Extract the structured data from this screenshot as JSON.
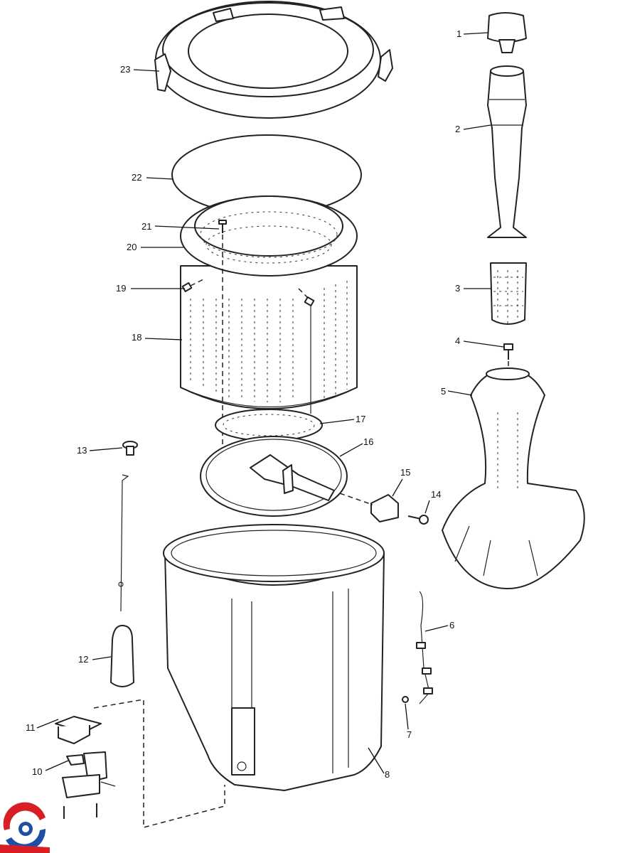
{
  "diagram": {
    "callouts": [
      {
        "id": "1",
        "text": "1"
      },
      {
        "id": "2",
        "text": "2"
      },
      {
        "id": "3",
        "text": "3"
      },
      {
        "id": "4",
        "text": "4"
      },
      {
        "id": "5",
        "text": "5"
      },
      {
        "id": "6",
        "text": "6"
      },
      {
        "id": "7",
        "text": "7"
      },
      {
        "id": "8",
        "text": "8"
      },
      {
        "id": "10",
        "text": "10"
      },
      {
        "id": "11",
        "text": "11"
      },
      {
        "id": "12",
        "text": "12"
      },
      {
        "id": "13",
        "text": "13"
      },
      {
        "id": "14",
        "text": "14"
      },
      {
        "id": "15",
        "text": "15"
      },
      {
        "id": "16",
        "text": "16"
      },
      {
        "id": "17",
        "text": "17"
      },
      {
        "id": "18",
        "text": "18"
      },
      {
        "id": "19",
        "text": "19"
      },
      {
        "id": "20",
        "text": "20"
      },
      {
        "id": "21",
        "text": "21"
      },
      {
        "id": "22",
        "text": "22"
      },
      {
        "id": "23",
        "text": "23"
      }
    ],
    "logo_colors": {
      "red": "#d81f26",
      "blue": "#1f4fa3"
    }
  }
}
